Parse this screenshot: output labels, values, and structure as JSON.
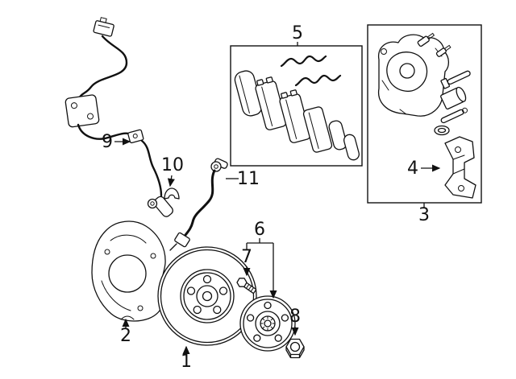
{
  "diagram": {
    "style": {
      "background": "#ffffff",
      "ink": "#111111"
    },
    "callouts": [
      {
        "num": "1",
        "part": "brake-rotor"
      },
      {
        "num": "2",
        "part": "splash-shield"
      },
      {
        "num": "3",
        "part": "caliper-kit"
      },
      {
        "num": "4",
        "part": "caliper-bracket"
      },
      {
        "num": "5",
        "part": "brake-pad-kit"
      },
      {
        "num": "6",
        "part": "wheel-hub"
      },
      {
        "num": "7",
        "part": "wheel-stud-bolt"
      },
      {
        "num": "8",
        "part": "axle-nut"
      },
      {
        "num": "9",
        "part": "abs-sensor-harness"
      },
      {
        "num": "10",
        "part": "retainer-clip"
      },
      {
        "num": "11",
        "part": "brake-hose"
      }
    ]
  }
}
